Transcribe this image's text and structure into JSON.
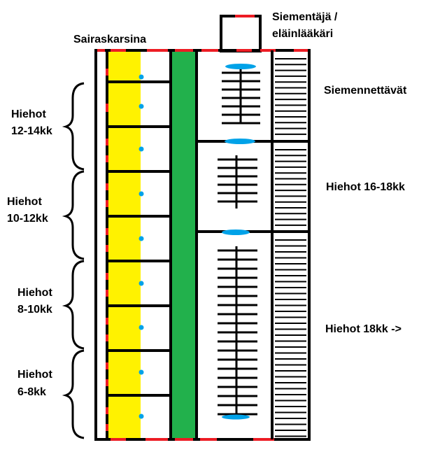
{
  "labels": {
    "sick_pen": "Sairaskarsina",
    "inseminator_line1": "Siementäjä /",
    "inseminator_line2": "eläinlääkäri",
    "to_inseminate": "Siemennettävät",
    "heifers_16_18": "Hiehot 16-18kk",
    "heifers_18": "Hiehot 18kk ->"
  },
  "age_groups": [
    {
      "line1": "Hiehot",
      "line2": "12-14kk"
    },
    {
      "line1": "Hiehot",
      "line2": "10-12kk"
    },
    {
      "line1": "Hiehot",
      "line2": "8-10kk"
    },
    {
      "line1": "Hiehot",
      "line2": "6-8kk"
    }
  ],
  "colors": {
    "wall": "#000000",
    "door": "#ed1c24",
    "bedding": "#fff200",
    "feed_alley": "#22b14c",
    "water": "#00a2e8"
  }
}
